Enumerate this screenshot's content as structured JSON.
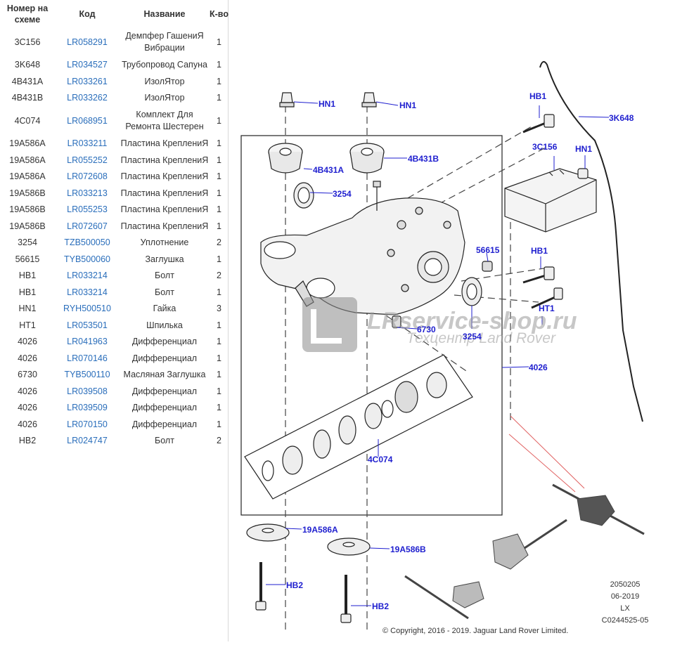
{
  "columns": {
    "num": "Номер на схеме",
    "code": "Код",
    "name": "Название",
    "qty": "К-во"
  },
  "rows": [
    {
      "num": "3C156",
      "code": "LR058291",
      "name": "Демпфер ГашениЯ Вибрации",
      "qty": "1"
    },
    {
      "num": "3K648",
      "code": "LR034527",
      "name": "Трубопровод Сапуна",
      "qty": "1"
    },
    {
      "num": "4B431A",
      "code": "LR033261",
      "name": "ИзолЯтор",
      "qty": "1"
    },
    {
      "num": "4B431B",
      "code": "LR033262",
      "name": "ИзолЯтор",
      "qty": "1"
    },
    {
      "num": "4C074",
      "code": "LR068951",
      "name": "Комплект Для Ремонта Шестерен",
      "qty": "1"
    },
    {
      "num": "19A586A",
      "code": "LR033211",
      "name": "Пластина КреплениЯ",
      "qty": "1"
    },
    {
      "num": "19A586A",
      "code": "LR055252",
      "name": "Пластина КреплениЯ",
      "qty": "1"
    },
    {
      "num": "19A586A",
      "code": "LR072608",
      "name": "Пластина КреплениЯ",
      "qty": "1"
    },
    {
      "num": "19A586B",
      "code": "LR033213",
      "name": "Пластина КреплениЯ",
      "qty": "1"
    },
    {
      "num": "19A586B",
      "code": "LR055253",
      "name": "Пластина КреплениЯ",
      "qty": "1"
    },
    {
      "num": "19A586B",
      "code": "LR072607",
      "name": "Пластина КреплениЯ",
      "qty": "1"
    },
    {
      "num": "3254",
      "code": "TZB500050",
      "name": "Уплотнение",
      "qty": "2"
    },
    {
      "num": "56615",
      "code": "TYB500060",
      "name": "Заглушка",
      "qty": "1"
    },
    {
      "num": "HB1",
      "code": "LR033214",
      "name": "Болт",
      "qty": "2"
    },
    {
      "num": "HB1",
      "code": "LR033214",
      "name": "Болт",
      "qty": "1"
    },
    {
      "num": "HN1",
      "code": "RYH500510",
      "name": "Гайка",
      "qty": "3"
    },
    {
      "num": "HT1",
      "code": "LR053501",
      "name": "Шпилька",
      "qty": "1"
    },
    {
      "num": "4026",
      "code": "LR041963",
      "name": "Дифференциал",
      "qty": "1"
    },
    {
      "num": "4026",
      "code": "LR070146",
      "name": "Дифференциал",
      "qty": "1"
    },
    {
      "num": "6730",
      "code": "TYB500110",
      "name": "Масляная Заглушка",
      "qty": "1"
    },
    {
      "num": "4026",
      "code": "LR039508",
      "name": "Дифференциал",
      "qty": "1"
    },
    {
      "num": "4026",
      "code": "LR039509",
      "name": "Дифференциал",
      "qty": "1"
    },
    {
      "num": "4026",
      "code": "LR070150",
      "name": "Дифференциал",
      "qty": "1"
    },
    {
      "num": "HB2",
      "code": "LR024747",
      "name": "Болт",
      "qty": "2"
    }
  ],
  "diagram": {
    "callouts": {
      "hn1_left": "HN1",
      "hn1_mid": "HN1",
      "hn1_right": "HN1",
      "hb1_top": "HB1",
      "hb1_lower": "HB1",
      "k3648": "3K648",
      "c3156": "3C156",
      "b431a": "4B431A",
      "b431b": "4B431B",
      "s3254_top": "3254",
      "s3254_bot": "3254",
      "p56615": "56615",
      "p6730": "6730",
      "ht1": "HT1",
      "d4026": "4026",
      "c4074": "4C074",
      "a19586a": "19A586A",
      "b19586b": "19A586B",
      "hb2_left": "HB2",
      "hb2_right": "HB2"
    },
    "watermark": {
      "brand": "LRservice-shop.ru",
      "tagline": "Техцентр Land Rover"
    },
    "meta": {
      "line1": "2050205",
      "line2": "06-2019",
      "line3": "LX",
      "line4": "C0244525-05"
    },
    "copyright": "© Copyright, 2016 - 2019. Jaguar Land Rover Limited."
  },
  "colors": {
    "link": "#2a6ebb",
    "callout": "#1f1fcf",
    "watermark": "#c9c9c9"
  }
}
